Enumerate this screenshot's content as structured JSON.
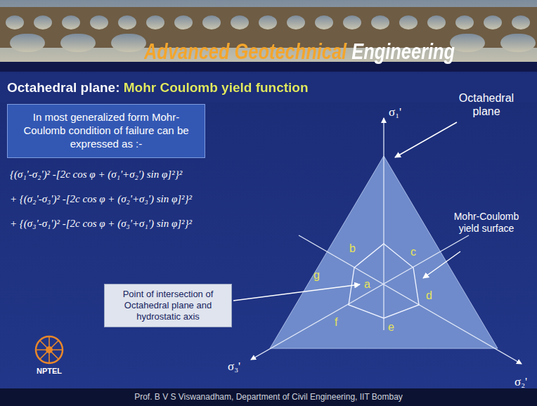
{
  "diagram": {
    "title": "Octahedral plane: Mohr Coulomb yield function",
    "nodes": [
      {
        "text": [
          "In most generalized form Mohr-Coulomb condition of failure can be expressed as :-"
        ]
      },
      {
        "text": [
          "Point of intersection of Octahedral plane and hydrostatic axis"
        ]
      }
    ],
    "labels": [
      "Advanced Geotechnical Engineering",
      "{(σ₁'-σ₂')² -[2c cos φ + (σ₁'+σ₂') sin φ]²}²",
      "+ {(σ₂'-σ₃')² -[2c cos φ + (σ₂'+σ₃') sin φ]²}²",
      "+ {(σ₃'-σ₁')² -[2c cos φ + (σ₃'+σ₁') sin φ]²}²",
      "σ₁'",
      "Octahedral plane",
      "Mohr-Coulomb yield surface",
      "b",
      "c",
      "g",
      "a",
      "d",
      "f",
      "e",
      "σ₃'",
      "σ₂'",
      "NPTEL",
      "Prof. B V S Viswanadham, Department of Civil Engineering, IIT Bombay"
    ]
  }
}
